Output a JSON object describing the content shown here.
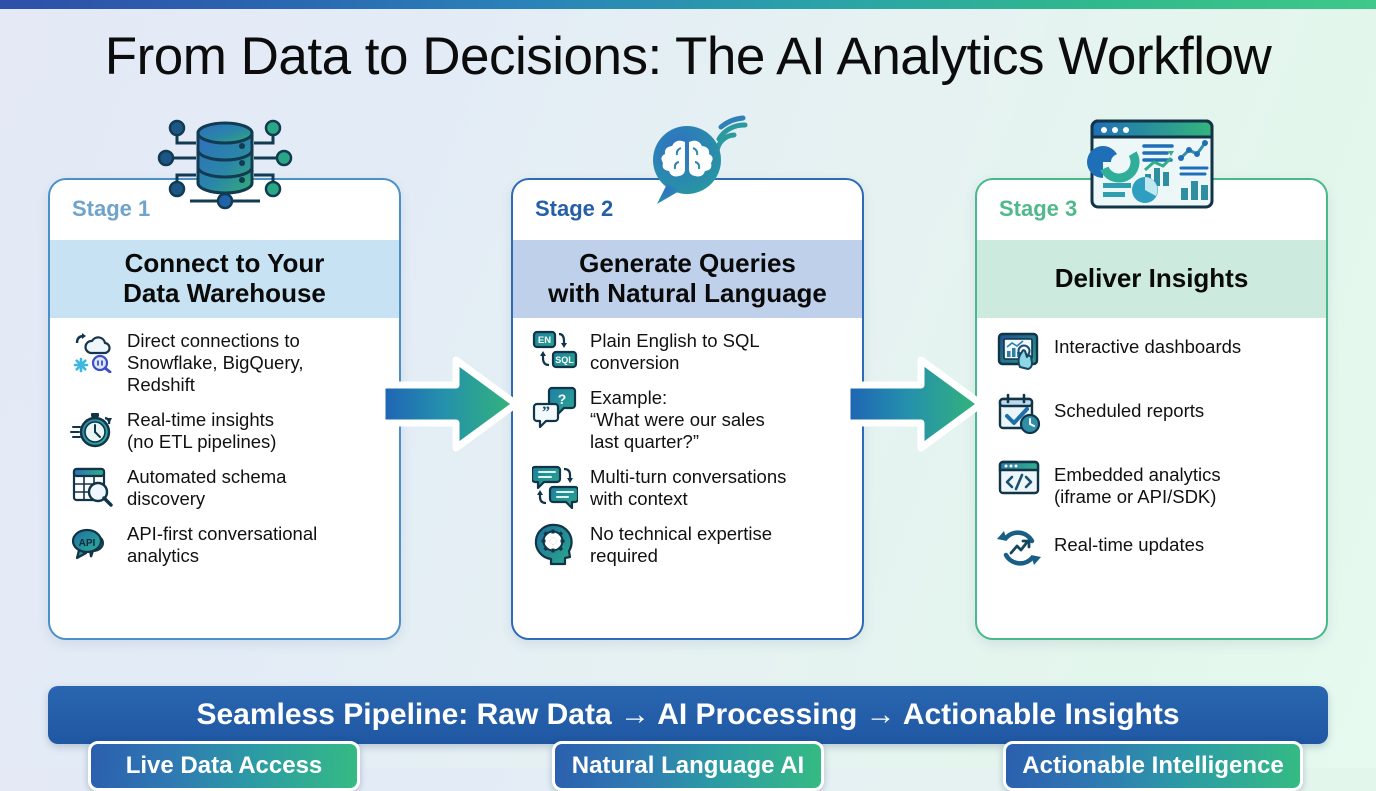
{
  "page": {
    "title": "From Data to Decisions: The AI Analytics Workflow",
    "accent_top": "#2f4fa8 → #3ec98a",
    "background": "light blue to light mint gradient"
  },
  "stages": [
    {
      "label": "Stage 1",
      "title": "Connect to Your\nData Warehouse",
      "top_icon": "database-network-icon",
      "header_color": "#c7e2f2",
      "label_color": "#6fa3c9",
      "border_color": "#4a91c9",
      "features": [
        {
          "icon": "cloud-connection-icon",
          "text": "Direct connections to\nSnowflake, BigQuery,\nRedshift"
        },
        {
          "icon": "stopwatch-icon",
          "text": "Real-time insights\n(no ETL pipelines)"
        },
        {
          "icon": "table-magnifier-icon",
          "text": "Automated schema\ndiscovery"
        },
        {
          "icon": "api-chat-bubble-icon",
          "text": "API-first conversational\nanalytics"
        }
      ],
      "badge": "Live Data Access"
    },
    {
      "label": "Stage 2",
      "title": "Generate Queries\nwith Natural Language",
      "top_icon": "brain-speech-bubble-icon",
      "header_color": "#bfd0ea",
      "label_color": "#255fa8",
      "border_color": "#2d6bb5",
      "features": [
        {
          "icon": "en-to-sql-icon",
          "text": "Plain English to SQL\nconversion"
        },
        {
          "icon": "question-quote-bubbles-icon",
          "text": "Example:\n“What were our sales\nlast quarter?”"
        },
        {
          "icon": "multi-turn-chat-icon",
          "text": "Multi-turn conversations\nwith context"
        },
        {
          "icon": "head-gear-icon",
          "text": "No technical expertise\nrequired"
        }
      ],
      "badge": "Natural Language AI"
    },
    {
      "label": "Stage 3",
      "title": "Deliver Insights",
      "top_icon": "dashboard-charts-icon",
      "header_color": "#cdeade",
      "label_color": "#4fb98c",
      "border_color": "#49b88b",
      "features": [
        {
          "icon": "interactive-dashboard-icon",
          "text": "Interactive dashboards"
        },
        {
          "icon": "calendar-clock-icon",
          "text": "Scheduled reports"
        },
        {
          "icon": "code-window-icon",
          "text": "Embedded analytics\n(iframe or API/SDK)"
        },
        {
          "icon": "refresh-trend-icon",
          "text": "Real-time updates"
        }
      ],
      "badge": "Actionable Intelligence"
    }
  ],
  "arrows": [
    {
      "name": "flow-arrow-1-to-2",
      "direction": "right"
    },
    {
      "name": "flow-arrow-2-to-3",
      "direction": "right"
    }
  ],
  "banner": {
    "text": "Seamless Pipeline: Raw Data → AI Processing → Actionable Insights",
    "color": "#2a66b0"
  }
}
